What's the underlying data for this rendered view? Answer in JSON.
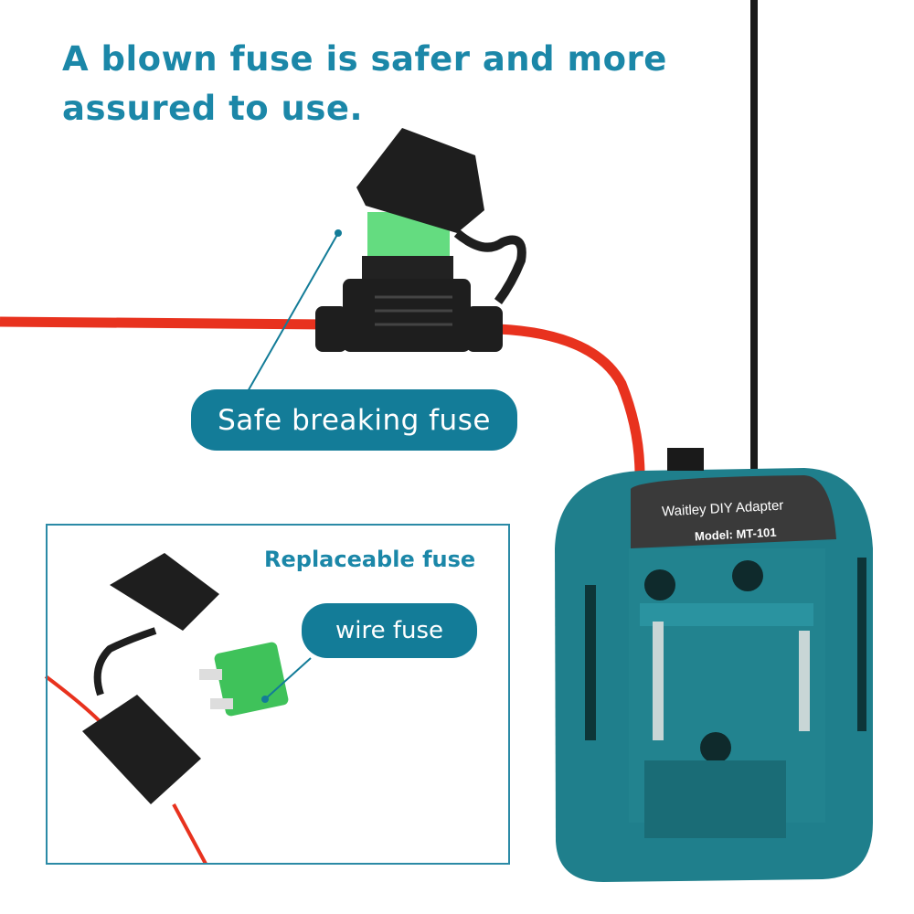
{
  "headline": {
    "line1": "A blown fuse is safer and more",
    "line2": "assured to use."
  },
  "callouts": {
    "main": "Safe breaking fuse",
    "wire": "wire fuse"
  },
  "inset": {
    "title": "Replaceable fuse"
  },
  "adapter": {
    "brand_label": "Waitley DIY Adapter",
    "model_label": "Model: MT-101"
  },
  "colors": {
    "accent": "#137c98",
    "headline": "#1b87a8",
    "adapter_body": "#1f7f8c",
    "wire": "#e8321e",
    "fuse": "#3fc25a"
  }
}
